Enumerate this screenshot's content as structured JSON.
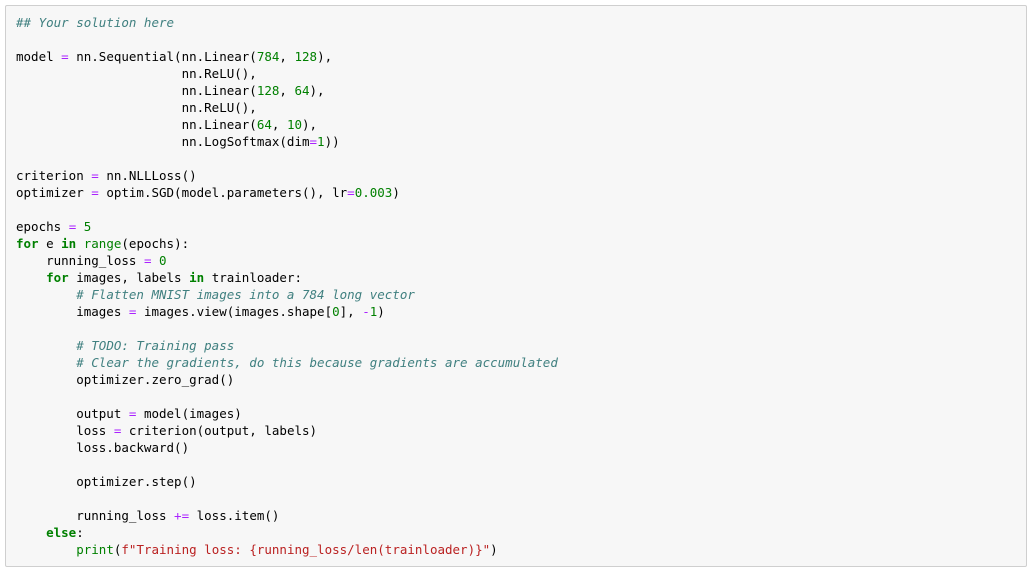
{
  "colors": {
    "page_background": "#ffffff",
    "cell_background": "#f7f7f7",
    "cell_border": "#cfcfcf",
    "comment": "#408080",
    "keyword": "#008000",
    "builtin": "#008000",
    "number": "#008000",
    "operator": "#AA22FF",
    "string": "#BA2121",
    "plain": "#000000"
  },
  "code": {
    "language": "python",
    "lines": [
      [
        [
          "comment",
          "## Your solution here"
        ]
      ],
      [],
      [
        [
          "plain",
          "model "
        ],
        [
          "operator",
          "="
        ],
        [
          "plain",
          " nn.Sequential(nn.Linear("
        ],
        [
          "number",
          "784"
        ],
        [
          "plain",
          ", "
        ],
        [
          "number",
          "128"
        ],
        [
          "plain",
          "),"
        ]
      ],
      [
        [
          "plain",
          "                      nn.ReLU(),"
        ]
      ],
      [
        [
          "plain",
          "                      nn.Linear("
        ],
        [
          "number",
          "128"
        ],
        [
          "plain",
          ", "
        ],
        [
          "number",
          "64"
        ],
        [
          "plain",
          "),"
        ]
      ],
      [
        [
          "plain",
          "                      nn.ReLU(),"
        ]
      ],
      [
        [
          "plain",
          "                      nn.Linear("
        ],
        [
          "number",
          "64"
        ],
        [
          "plain",
          ", "
        ],
        [
          "number",
          "10"
        ],
        [
          "plain",
          "),"
        ]
      ],
      [
        [
          "plain",
          "                      nn.LogSoftmax(dim"
        ],
        [
          "operator",
          "="
        ],
        [
          "number",
          "1"
        ],
        [
          "plain",
          "))"
        ]
      ],
      [],
      [
        [
          "plain",
          "criterion "
        ],
        [
          "operator",
          "="
        ],
        [
          "plain",
          " nn.NLLLoss()"
        ]
      ],
      [
        [
          "plain",
          "optimizer "
        ],
        [
          "operator",
          "="
        ],
        [
          "plain",
          " optim.SGD(model.parameters(), lr"
        ],
        [
          "operator",
          "="
        ],
        [
          "number",
          "0.003"
        ],
        [
          "plain",
          ")"
        ]
      ],
      [],
      [
        [
          "plain",
          "epochs "
        ],
        [
          "operator",
          "="
        ],
        [
          "plain",
          " "
        ],
        [
          "number",
          "5"
        ]
      ],
      [
        [
          "keyword",
          "for"
        ],
        [
          "plain",
          " e "
        ],
        [
          "keyword",
          "in"
        ],
        [
          "plain",
          " "
        ],
        [
          "builtin",
          "range"
        ],
        [
          "plain",
          "(epochs):"
        ]
      ],
      [
        [
          "plain",
          "    running_loss "
        ],
        [
          "operator",
          "="
        ],
        [
          "plain",
          " "
        ],
        [
          "number",
          "0"
        ]
      ],
      [
        [
          "plain",
          "    "
        ],
        [
          "keyword",
          "for"
        ],
        [
          "plain",
          " images, labels "
        ],
        [
          "keyword",
          "in"
        ],
        [
          "plain",
          " trainloader:"
        ]
      ],
      [
        [
          "plain",
          "        "
        ],
        [
          "comment",
          "# Flatten MNIST images into a 784 long vector"
        ]
      ],
      [
        [
          "plain",
          "        images "
        ],
        [
          "operator",
          "="
        ],
        [
          "plain",
          " images.view(images.shape["
        ],
        [
          "number",
          "0"
        ],
        [
          "plain",
          "], "
        ],
        [
          "operator",
          "-"
        ],
        [
          "number",
          "1"
        ],
        [
          "plain",
          ")"
        ]
      ],
      [],
      [
        [
          "plain",
          "        "
        ],
        [
          "comment",
          "# TODO: Training pass"
        ]
      ],
      [
        [
          "plain",
          "        "
        ],
        [
          "comment",
          "# Clear the gradients, do this because gradients are accumulated"
        ]
      ],
      [
        [
          "plain",
          "        optimizer.zero_grad()"
        ]
      ],
      [],
      [
        [
          "plain",
          "        output "
        ],
        [
          "operator",
          "="
        ],
        [
          "plain",
          " model(images)"
        ]
      ],
      [
        [
          "plain",
          "        loss "
        ],
        [
          "operator",
          "="
        ],
        [
          "plain",
          " criterion(output, labels)"
        ]
      ],
      [
        [
          "plain",
          "        loss.backward()"
        ]
      ],
      [],
      [
        [
          "plain",
          "        optimizer.step()"
        ]
      ],
      [],
      [
        [
          "plain",
          "        running_loss "
        ],
        [
          "operator",
          "+="
        ],
        [
          "plain",
          " loss.item()"
        ]
      ],
      [
        [
          "plain",
          "    "
        ],
        [
          "keyword",
          "else"
        ],
        [
          "plain",
          ":"
        ]
      ],
      [
        [
          "plain",
          "        "
        ],
        [
          "builtin",
          "print"
        ],
        [
          "plain",
          "("
        ],
        [
          "string",
          "f\"Training loss: {running_loss/len(trainloader)}\""
        ],
        [
          "plain",
          ")"
        ]
      ]
    ]
  }
}
